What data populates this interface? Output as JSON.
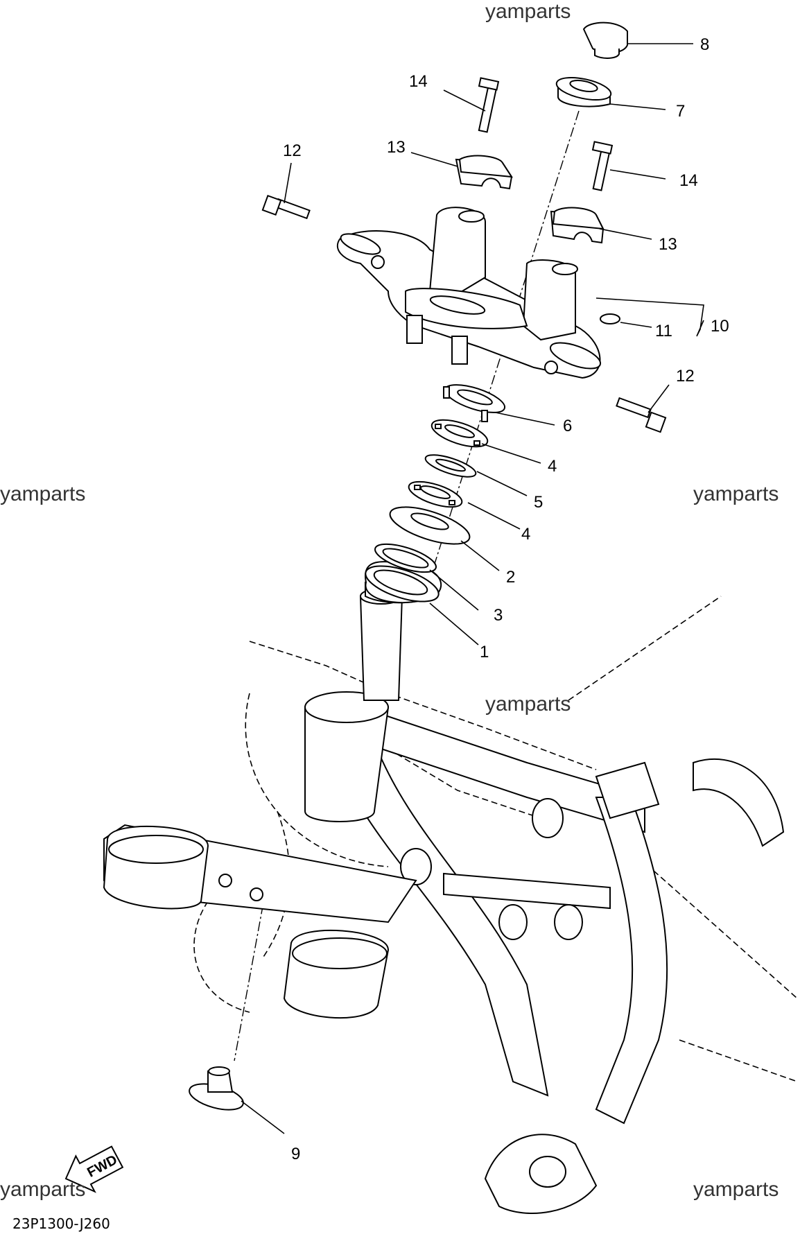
{
  "diagram_code": "23P1300-J260",
  "fwd_label": "FWD",
  "watermarks": [
    "yamparts",
    "yamparts",
    "yamparts",
    "yamparts",
    "yamparts",
    "yamparts"
  ],
  "callouts": {
    "p1": "1",
    "p2": "2",
    "p3": "3",
    "p4a": "4",
    "p4b": "4",
    "p5": "5",
    "p6": "6",
    "p7": "7",
    "p8": "8",
    "p9": "9",
    "p10": "10",
    "p11": "11",
    "p12a": "12",
    "p12b": "12",
    "p13a": "13",
    "p13b": "13",
    "p14a": "14",
    "p14b": "14"
  }
}
